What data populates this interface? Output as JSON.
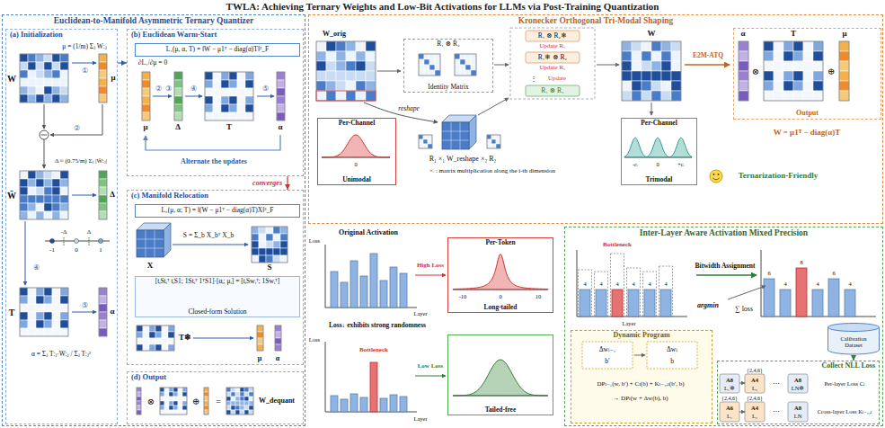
{
  "diagram": {
    "title": "TWLA: Achieving Ternary Weights and Low-Bit Activations for LLMs via Post-Training Quantization",
    "nodes": [
      {
        "text": [
          "Euclidean-to-Manifold Asymmetric Ternary Quantizer"
        ]
      },
      {
        "text": [
          "(a) Initialization"
        ],
        "in": 0
      },
      {
        "text": [
          "(b) Euclidean Warm-Start"
        ],
        "in": 0
      },
      {
        "text": [
          "L₁(μ, α, T) = ‖W − μ1ᵀ − diag(α)T‖²_F"
        ],
        "in": 2
      },
      {
        "text": [
          "(c) Manifold Relocation"
        ],
        "in": 0
      },
      {
        "text": [
          "L₂(μ, α; T) = ‖(W − μ1ᵀ − diag(α)T)X‖²_F"
        ],
        "in": 4
      },
      {
        "text": [
          "[tᵢStᵢᵀ  tᵢS1; 1Stᵢᵀ  1ᵀS1]·[αᵢ; μᵢ] = [tᵢSwᵢᵀ; 1Swᵢᵀ]",
          "Closed-form Solution"
        ],
        "in": 4
      },
      {
        "text": [
          "(d) Output"
        ],
        "in": 0
      },
      {
        "text": [
          "Kronecker Orthogonal Tri-Modal Shaping"
        ]
      },
      {
        "text": [
          "R₁ ⊗ R₂",
          "Identity Matrix"
        ],
        "in": 8
      },
      {
        "text": [
          "Per-Channel",
          "Unimodal"
        ],
        "in": 8
      },
      {
        "text": [
          "Per-Channel",
          "Trimodal"
        ],
        "in": 8
      },
      {
        "text": [
          "Output"
        ],
        "in": 8
      },
      {
        "text": [
          "Per-Token",
          "Long-tailed"
        ]
      },
      {
        "text": [
          "Tailed-free"
        ]
      },
      {
        "text": [
          "Inter-Layer Aware Activation Mixed Precision"
        ]
      },
      {
        "text": [
          "Calibration Dataset"
        ],
        "in": 15
      },
      {
        "text": [
          "Dynamic Program"
        ],
        "in": 15
      },
      {
        "text": [
          "Collect NLL Loss"
        ],
        "in": 15
      }
    ],
    "edges": [
      {
        "from": 1,
        "to": 2,
        "arrow": "to"
      },
      {
        "from": 2,
        "to": 4,
        "label": "converges",
        "arrow": "to"
      },
      {
        "from": 16,
        "to": 18,
        "arrow": "to"
      }
    ],
    "labels": [
      "W",
      "μ = (1/m) Σⱼ W:ⱼ",
      "①",
      "μ",
      "②",
      "W̄",
      "Δ ≈ (0.75/m) Σⱼ |W̄:ⱼ|",
      "Δ",
      "-Δ",
      "Δ",
      "-1",
      "0",
      "1",
      "④",
      "T",
      "⑤",
      "α",
      "α = Σⱼ T:ⱼ·W̄:ⱼ / Σⱼ T:ⱼ²",
      "∂L₁/∂μ = 0",
      "②",
      "③",
      "④",
      "⑤",
      "μ",
      "Δ",
      "T",
      "α",
      "Alternate the updates",
      "X",
      "S = Σ_b X_bᵀ X_b",
      "S",
      "T❄",
      "μ",
      "α",
      "⊗",
      "⊕",
      "=",
      "W_dequant",
      "W_orig",
      "R₁ ⊗ R₂❄",
      "Update R₁",
      "R₁❄ ⊗ R₂",
      "Update R₂",
      "⋮",
      "Update",
      "R₁ ⊗ R₂",
      "W",
      "E2M-ATQ",
      "α",
      "⊗",
      "T",
      "⊕",
      "μ",
      "W = μ1ᵀ − diag(α)T",
      "0",
      "reshape",
      "R₁ ×₁ W_reshape ×₂ R₂",
      "×ᵢ : matrix multiplication along the i-th dimension",
      "-cᵢ",
      "0",
      "+cᵢ",
      "Ternarization-Friendly",
      "Original Activation",
      "Loss",
      "Layer",
      "High Loss",
      "-10",
      "0",
      "10",
      "Loss↓ exhibits strong randomness",
      "Loss",
      "Bottleneck",
      "Layer",
      "Low Loss",
      "Bottleneck",
      "4",
      "4",
      "4",
      "4",
      "4",
      "4",
      "Layer",
      "Bitwidth Assignment",
      "6",
      "4",
      "8",
      "4",
      "6",
      "4",
      "argmin",
      "∑ loss",
      "Δwₗ₋₁",
      "b′",
      "Δwₗ",
      "b",
      "DPₗ₋₁(w, b′) + Cₗ(b) + Kₗ₋₁,ₗ(b′, b)",
      "→ DPₗ(w + Δw(b), b)",
      "{2,4,6}",
      "A8",
      "L₁❄",
      "A4",
      "L₂",
      "⋯",
      "A8",
      "LN❄",
      "Per-layer Loss Cₗ",
      "{2,4,6}",
      "{2,4,6}",
      "A6",
      "L₁",
      "A4",
      "L₂",
      "⋯",
      "A8",
      "LN",
      "Cross-layer Loss Kₗ₋₁,ₗ"
    ]
  }
}
